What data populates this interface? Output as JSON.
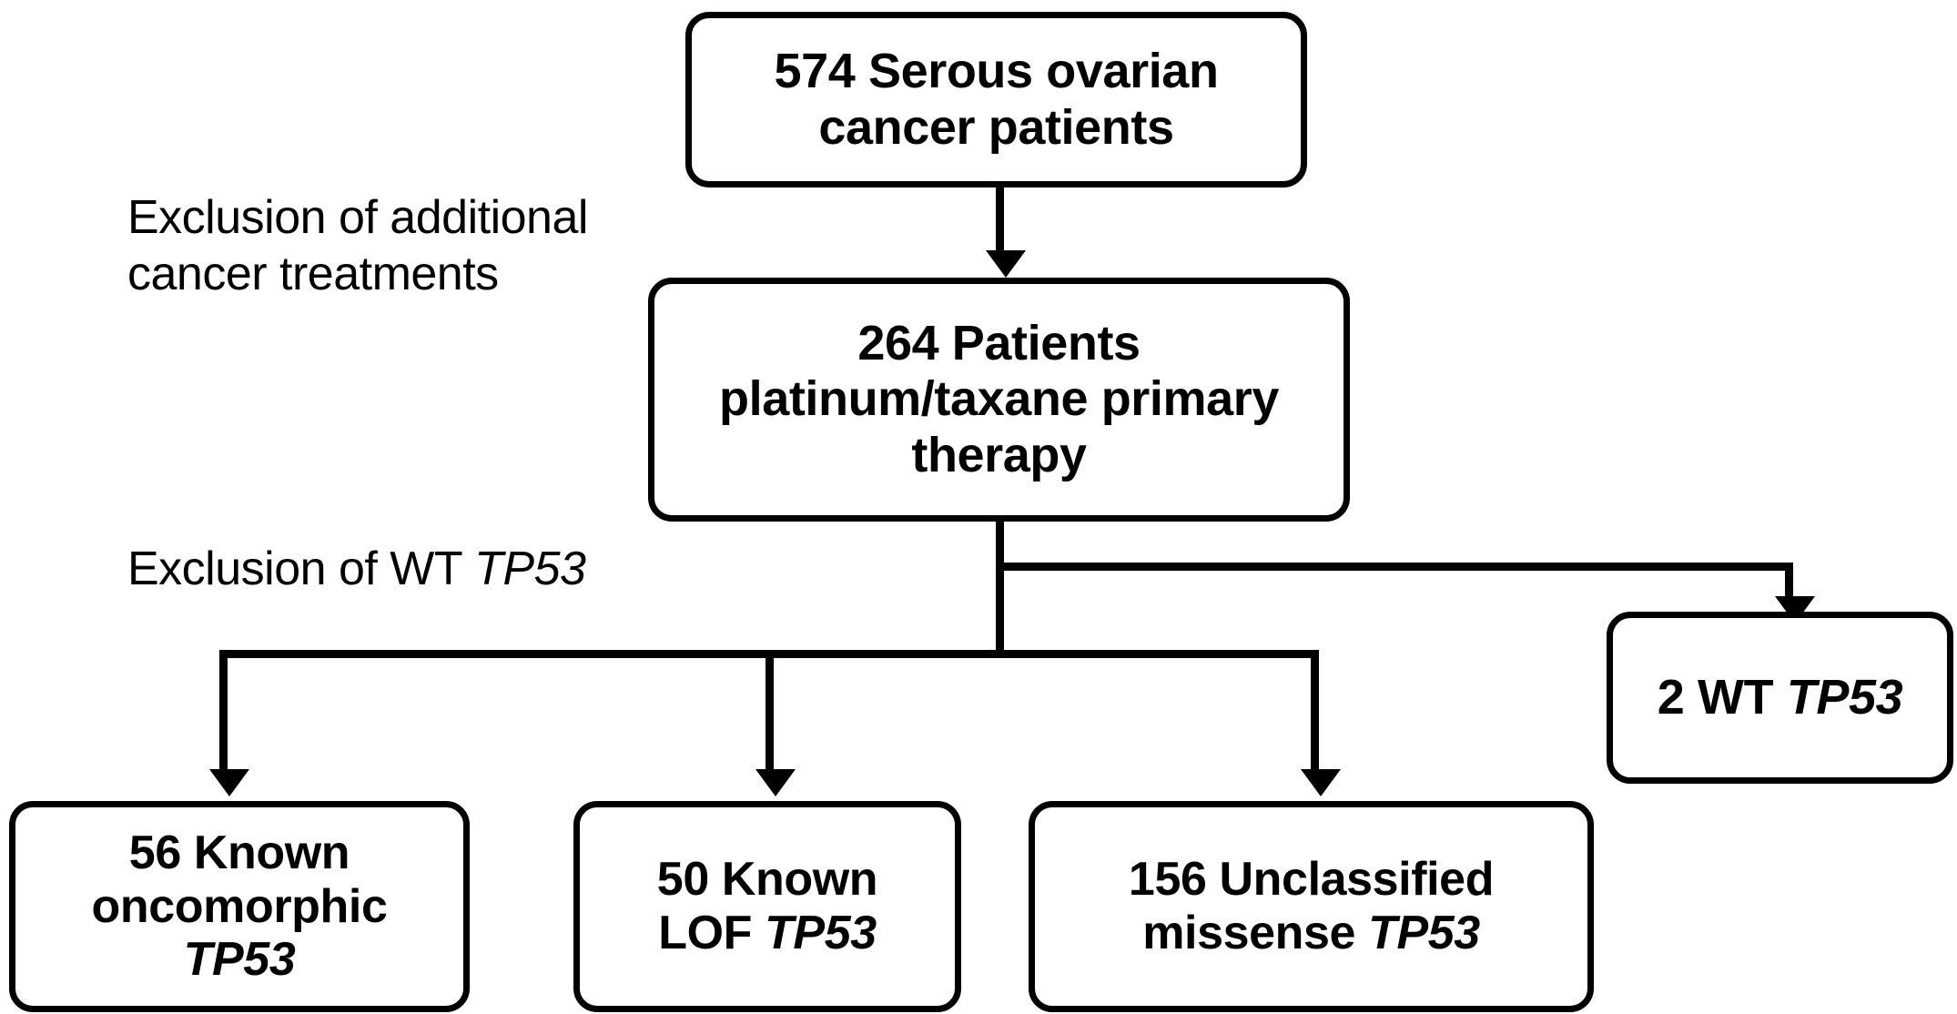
{
  "diagram": {
    "title": "Serous ovarian cancer TP53 patient cohort flowchart",
    "accent_color": "#000000",
    "background_color": "#ffffff",
    "nodes": {
      "cohort": {
        "label": "574 Serous ovarian cancer patients",
        "count": 574,
        "line1": "574 Serous ovarian",
        "line2": "cancer patients"
      },
      "therapy": {
        "label": "264 Patients platinum/taxane primary therapy",
        "count": 264,
        "line1": "264 Patients",
        "line2": "platinum/taxane primary",
        "line3": "therapy"
      },
      "wt": {
        "label": "2 WT TP53",
        "count": 2,
        "prefix": "2 WT ",
        "gene": "TP53"
      },
      "oncomorphic": {
        "label": "56 Known oncomorphic TP53",
        "count": 56,
        "line1": "56 Known",
        "line2": "oncomorphic",
        "gene": "TP53"
      },
      "lof": {
        "label": "50 Known LOF TP53",
        "count": 50,
        "line1": "50 Known",
        "line2_prefix": "LOF ",
        "gene": "TP53"
      },
      "missense": {
        "label": "156 Unclassified missense TP53",
        "count": 156,
        "line1": "156 Unclassified",
        "line2_prefix": "missense ",
        "gene": "TP53"
      }
    },
    "annotations": {
      "treatments": {
        "text": "Exclusion of additional\ncancer treatments"
      },
      "wt_exclusion": {
        "prefix": "Exclusion of WT ",
        "gene": "TP53"
      }
    }
  }
}
